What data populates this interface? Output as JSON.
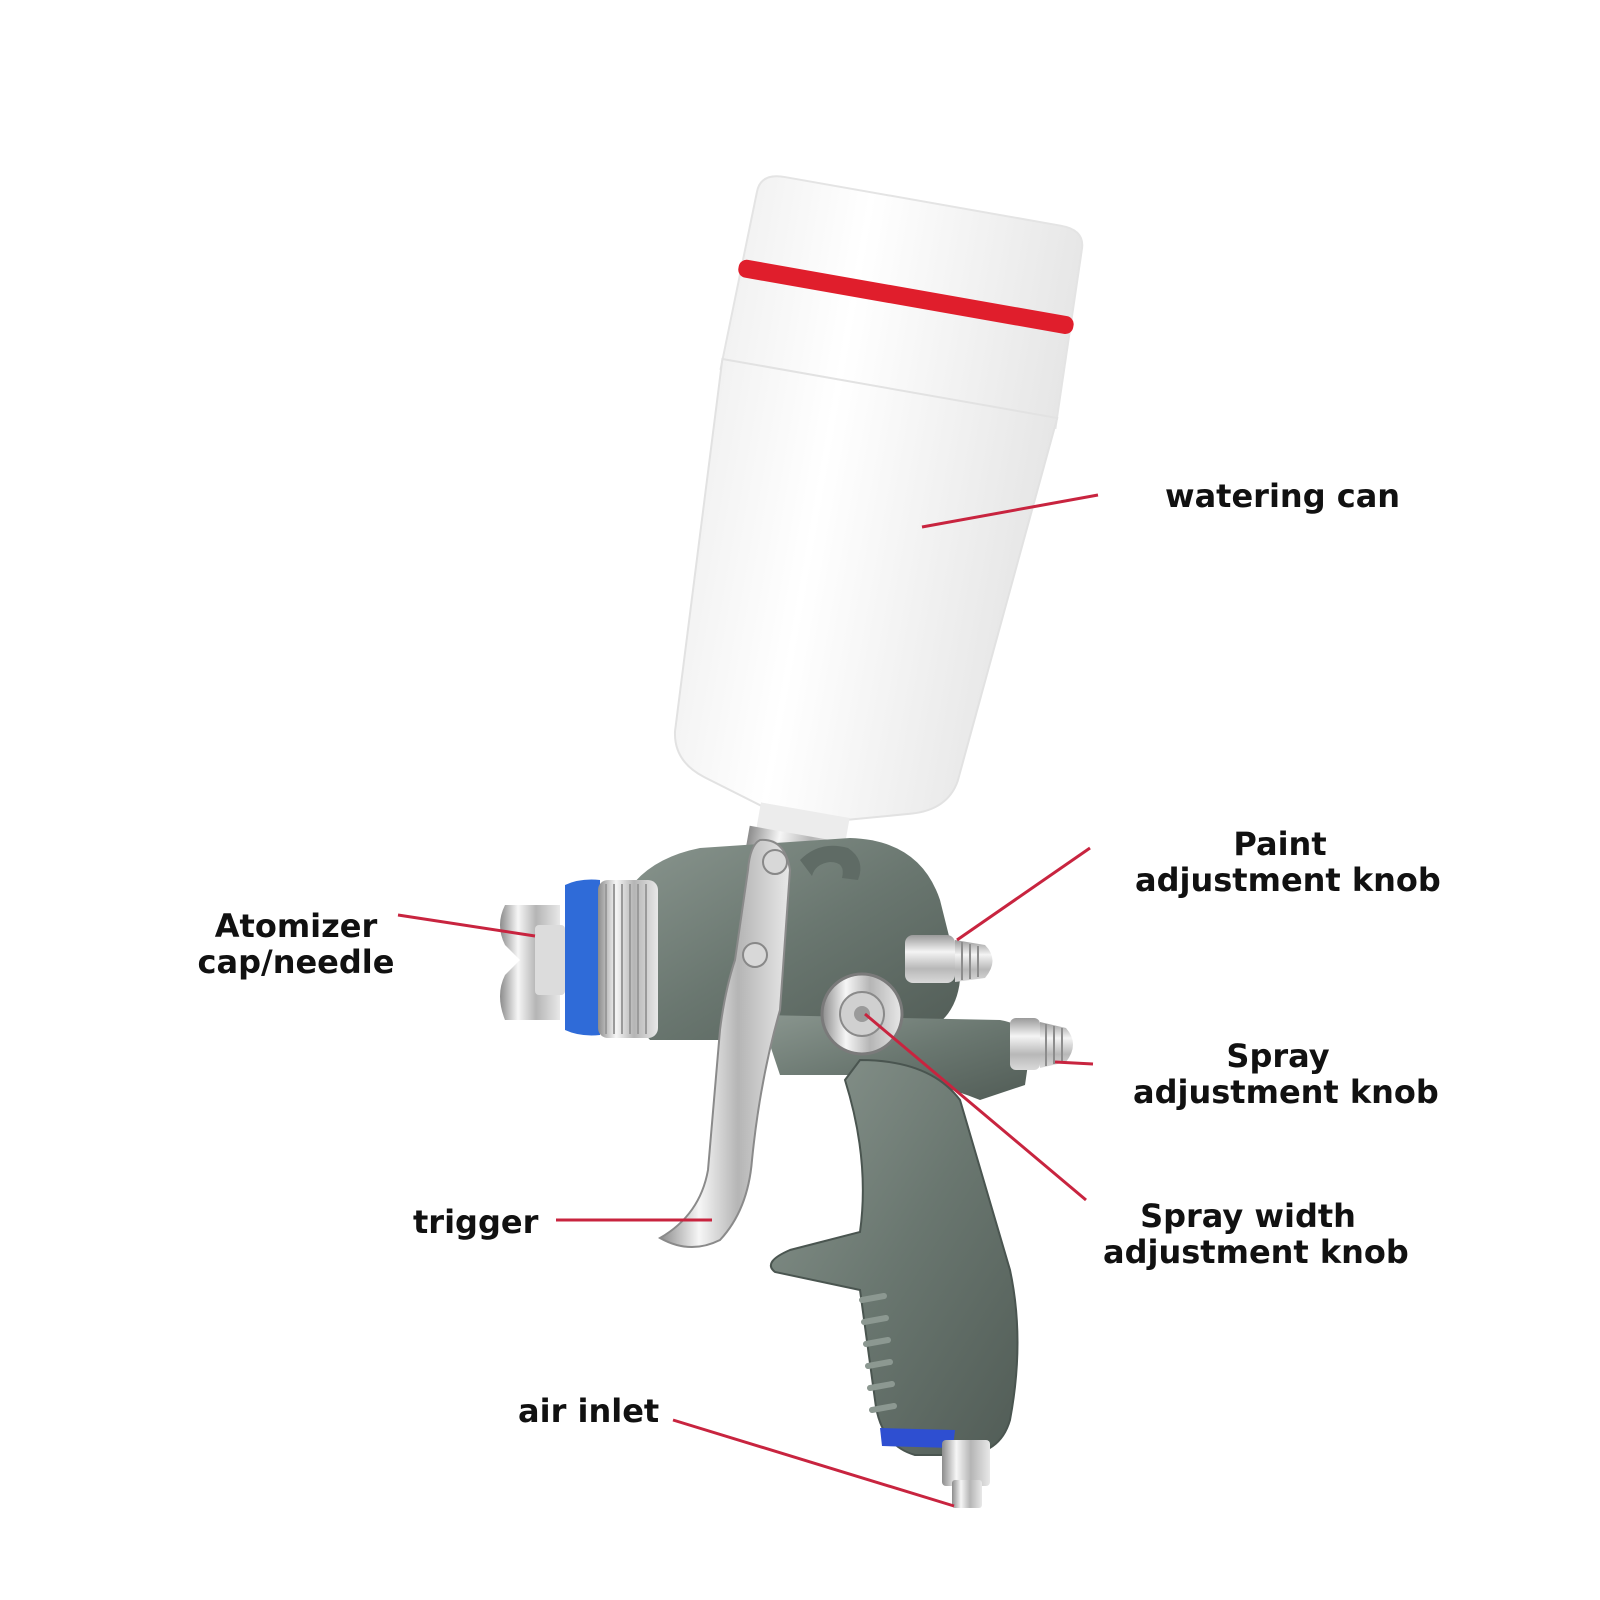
{
  "labels": {
    "watering_can": "watering can",
    "paint_knob": [
      "Paint",
      "adjustment knob"
    ],
    "atomizer": [
      "Atomizer",
      "cap/needle"
    ],
    "spray_knob": [
      "Spray",
      "adjustment knob"
    ],
    "trigger": "trigger",
    "spray_width_knob": [
      "Spray width",
      "adjustment knob"
    ],
    "air_inlet": "air inlet"
  },
  "colors": {
    "leader_line": "#c8243f",
    "cup_band": "#e01e2c",
    "gun_body": "#6d7a72",
    "atomizer_ring": "#2f6bd8",
    "inlet_band": "#2e4fd1"
  }
}
